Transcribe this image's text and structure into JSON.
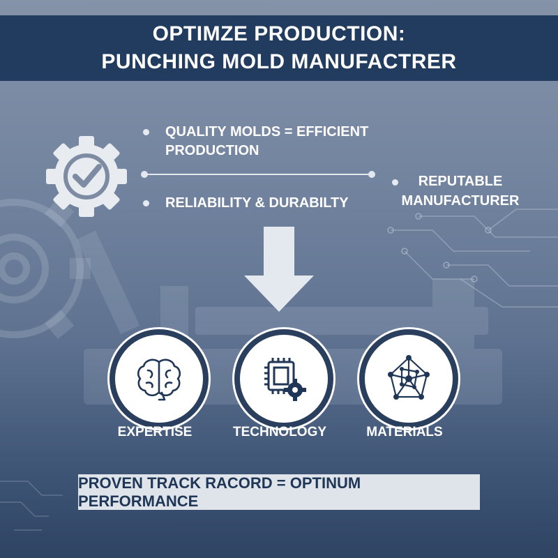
{
  "title": {
    "line1": "OPTIMZE PRODUCTION:",
    "line2": "PUNCHING MOLD MANUFACTRER"
  },
  "bullets": [
    {
      "line1": "QUALITY MOLDS = EFFICIENT",
      "line2": "PRODUCTION"
    },
    {
      "line1": "RELIABILITY & DURABILTY"
    }
  ],
  "side_label": {
    "line1": "REPUTABLE",
    "line2": "MANUFACTURER"
  },
  "features": [
    {
      "label": "EXPERTISE",
      "icon": "brain-icon"
    },
    {
      "label": "TECHNOLOGY",
      "icon": "chip-gear-icon"
    },
    {
      "label": "MATERIALS",
      "icon": "molecule-network-icon"
    }
  ],
  "footer": {
    "text": "PROVEN TRACK RACORD = OPTINUM PERFORMANCE"
  },
  "colors": {
    "title_bar": "#213c5e",
    "footer_bg": "#dfe4ea",
    "footer_text": "#1f3656",
    "icon_ring": "#2a3f5e"
  }
}
